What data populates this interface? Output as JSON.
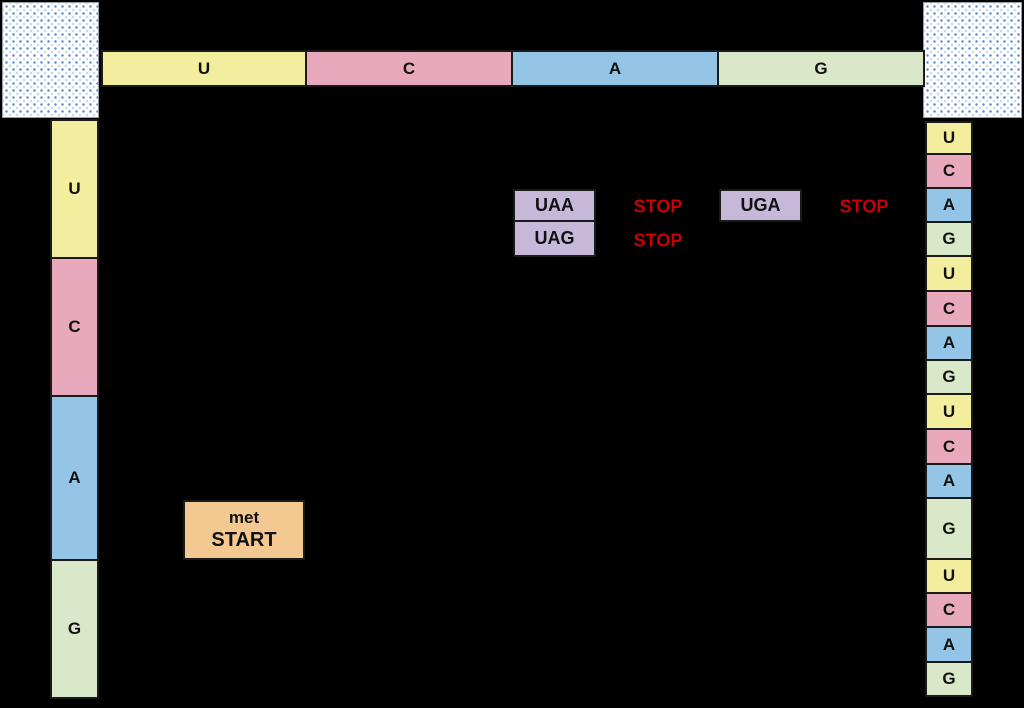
{
  "palette": {
    "background": "#000000",
    "yellow": "#f2ee9e",
    "pink": "#e9a9bd",
    "blue": "#95c5e6",
    "green": "#d8e8c8",
    "purple": "#c6b8d9",
    "orange": "#f4c891",
    "stop_red": "#cc0000",
    "corner_background": "#ffffff",
    "corner_dot_blue": "#5687c8"
  },
  "header": {
    "columns": [
      {
        "label": "U",
        "color": "#f2ee9e"
      },
      {
        "label": "C",
        "color": "#e9a9bd"
      },
      {
        "label": "A",
        "color": "#95c5e6"
      },
      {
        "label": "G",
        "color": "#d8e8c8"
      }
    ]
  },
  "left_axis": {
    "rows": [
      {
        "label": "U",
        "color": "#f2ee9e"
      },
      {
        "label": "C",
        "color": "#e9a9bd"
      },
      {
        "label": "A",
        "color": "#95c5e6"
      },
      {
        "label": "G",
        "color": "#d8e8c8"
      }
    ]
  },
  "right_axis": {
    "cells": [
      {
        "label": "U",
        "color": "#f2ee9e"
      },
      {
        "label": "C",
        "color": "#e9a9bd"
      },
      {
        "label": "A",
        "color": "#95c5e6"
      },
      {
        "label": "G",
        "color": "#d8e8c8"
      },
      {
        "label": "U",
        "color": "#f2ee9e"
      },
      {
        "label": "C",
        "color": "#e9a9bd"
      },
      {
        "label": "A",
        "color": "#95c5e6"
      },
      {
        "label": "G",
        "color": "#d8e8c8"
      },
      {
        "label": "U",
        "color": "#f2ee9e"
      },
      {
        "label": "C",
        "color": "#e9a9bd"
      },
      {
        "label": "A",
        "color": "#95c5e6"
      },
      {
        "label": "G",
        "color": "#d8e8c8"
      },
      {
        "label": "U",
        "color": "#f2ee9e"
      },
      {
        "label": "C",
        "color": "#e9a9bd"
      },
      {
        "label": "A",
        "color": "#95c5e6"
      },
      {
        "label": "G",
        "color": "#d8e8c8"
      }
    ]
  },
  "stop_codons": [
    {
      "codon": "UAA",
      "annotation": "STOP"
    },
    {
      "codon": "UAG",
      "annotation": "STOP"
    },
    {
      "codon": "UGA",
      "annotation": "STOP"
    }
  ],
  "start_codon": {
    "amino_acid": "met",
    "annotation": "START"
  }
}
